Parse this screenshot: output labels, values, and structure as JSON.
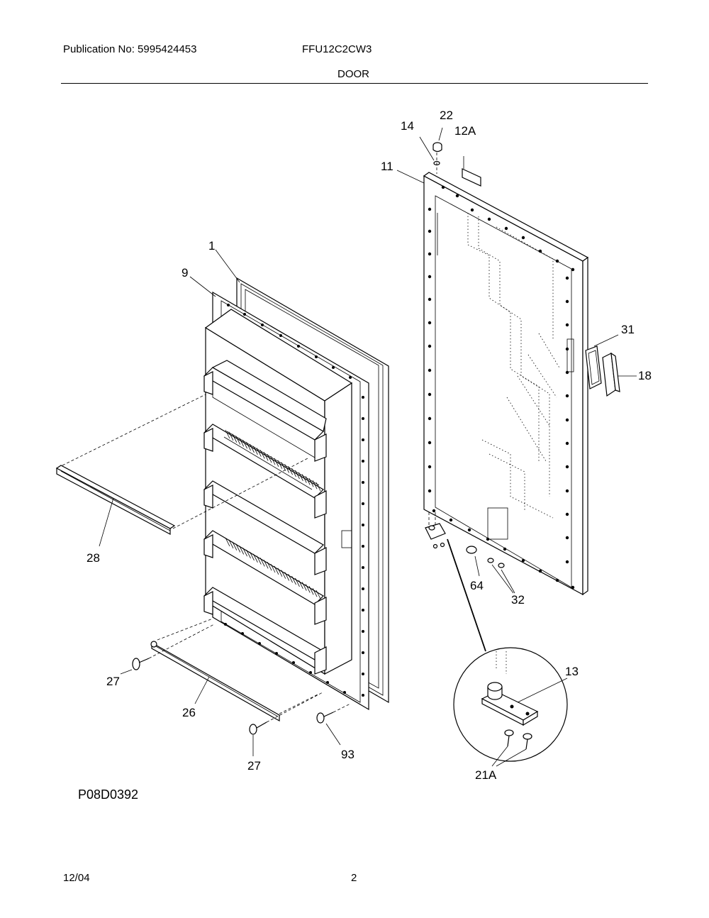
{
  "header": {
    "publication": "Publication No: 5995424453",
    "model": "FFU12C2CW3",
    "section_title": "DOOR"
  },
  "diagram": {
    "drawing_code": "P08D0392",
    "labels": {
      "p1": "1",
      "p9": "9",
      "p11": "11",
      "p12A": "12A",
      "p13": "13",
      "p14": "14",
      "p18": "18",
      "p21A": "21A",
      "p22": "22",
      "p26": "26",
      "p27a": "27",
      "p27b": "27",
      "p28": "28",
      "p31": "31",
      "p32": "32",
      "p64": "64",
      "p93": "93"
    }
  },
  "footer": {
    "date": "12/04",
    "page_number": "2"
  }
}
